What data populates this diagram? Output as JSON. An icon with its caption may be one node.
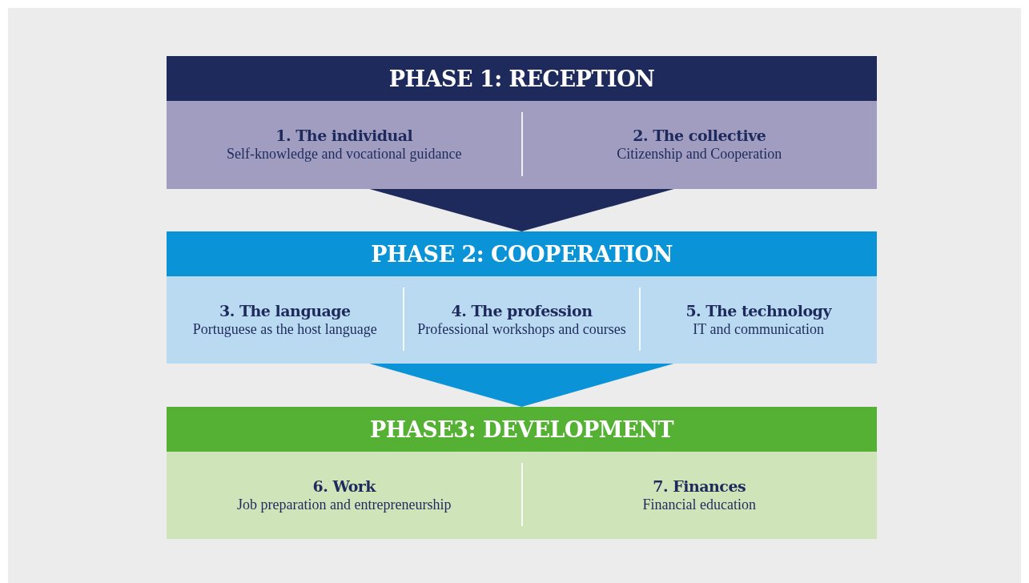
{
  "diagram": {
    "nodes": [
      {
        "text": [
          "PHASE 1: RECEPTION"
        ]
      },
      {
        "text": [
          "1. The individual",
          "Self-knowledge and vocational guidance"
        ],
        "in": 0
      },
      {
        "text": [
          "2. The collective",
          "Citizenship and Cooperation"
        ],
        "in": 0
      },
      {
        "text": [
          "PHASE 2: COOPERATION"
        ]
      },
      {
        "text": [
          "3. The language",
          "Portuguese as the host language"
        ],
        "in": 3
      },
      {
        "text": [
          "4. The profession",
          "Professional workshops and courses"
        ],
        "in": 3
      },
      {
        "text": [
          "5. The technology",
          "IT and communication"
        ],
        "in": 3
      },
      {
        "text": [
          "PHASE3: DEVELOPMENT"
        ]
      },
      {
        "text": [
          "6. Work",
          "Job preparation and entrepreneurship"
        ],
        "in": 7
      },
      {
        "text": [
          "7. Finances",
          "Financial education"
        ],
        "in": 7
      }
    ],
    "edges": [
      {
        "from": 0,
        "to": 3,
        "arrow": "to",
        "color": "#1f2a5c"
      },
      {
        "from": 3,
        "to": 7,
        "arrow": "to",
        "color": "#0a93d6"
      }
    ]
  }
}
